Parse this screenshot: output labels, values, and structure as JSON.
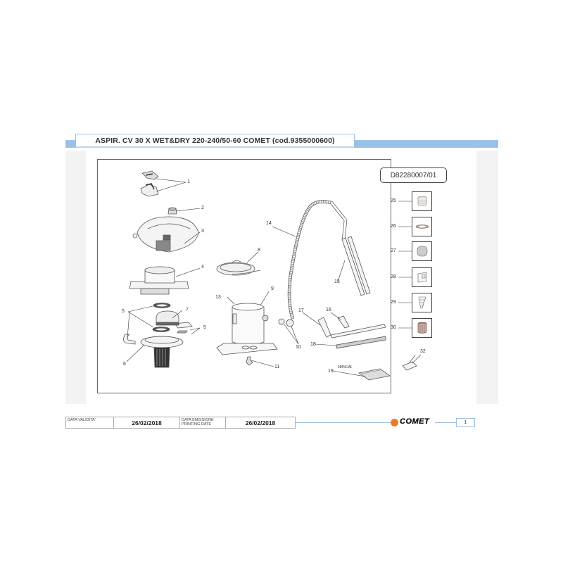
{
  "header": {
    "title": "ASPIR. CV 30 X WET&DRY 220-240/50-60 COMET (cod.9355000600)",
    "accent_color": "#9cc1e6"
  },
  "drawing": {
    "code": "D82280007/01",
    "callouts": [
      "1",
      "2",
      "3",
      "4",
      "5",
      "5",
      "6",
      "7",
      "8",
      "9",
      "10",
      "11",
      "13",
      "14",
      "15",
      "16",
      "17",
      "18",
      "19",
      "25",
      "26",
      "27",
      "28",
      "29",
      "30",
      "32"
    ],
    "manual_label": "MANUAL"
  },
  "accessories": [
    {
      "num": "25",
      "icon": "filter-cartridge-icon"
    },
    {
      "num": "26",
      "icon": "gasket-ring-icon"
    },
    {
      "num": "27",
      "icon": "filter-bag-icon"
    },
    {
      "num": "28",
      "icon": "bracket-icon"
    },
    {
      "num": "29",
      "icon": "tapered-adapter-icon"
    },
    {
      "num": "30",
      "icon": "cylinder-filter-icon"
    }
  ],
  "footer": {
    "validity_label": "DATA VALIDITA'",
    "validity_date": "26/02/2018",
    "issue_label_1": "DATA EMISSIONE",
    "issue_label_2": "PRINTING DATE",
    "issue_date": "26/02/2018",
    "brand": "COMET",
    "brand_color": "#f07a23",
    "page_number": "1"
  }
}
